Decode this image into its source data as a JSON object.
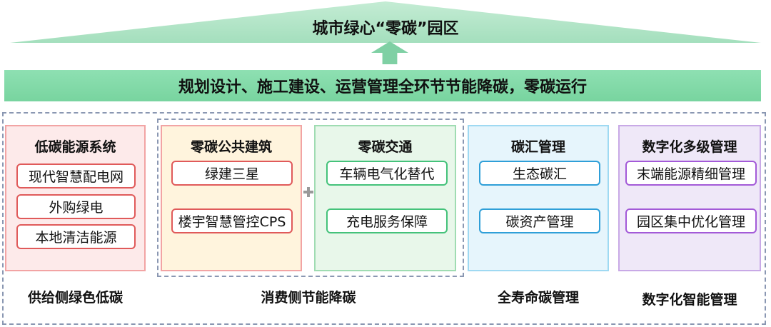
{
  "roof_title": "城市绿心“零碳”园区",
  "banner": "规划设计、施工建设、运营管理全环节节能降碳，零碳运行",
  "columns": [
    {
      "title": "低碳能源系统",
      "items": [
        "现代智慧配电网",
        "外购绿电",
        "本地清洁能源"
      ]
    },
    {
      "title": "零碳公共建筑",
      "items": [
        "绿建三星",
        "楼宇智慧管控CPS"
      ]
    },
    {
      "title": "零碳交通",
      "items": [
        "车辆电气化替代",
        "充电服务保障"
      ]
    },
    {
      "title": "碳汇管理",
      "items": [
        "生态碳汇",
        "碳资产管理"
      ]
    },
    {
      "title": "数字化多级管理",
      "items": [
        "末端能源精细管理",
        "园区集中优化管理"
      ]
    }
  ],
  "captions": [
    "供给侧绿色低碳",
    "消费侧节能降碳",
    "全寿命碳管理",
    "数字化智能管理"
  ],
  "colors": {
    "roof": "#a4dfbd",
    "banner": "#7fd7a6",
    "red": "#e05a5a",
    "green": "#44c27a",
    "blue": "#2f9fd8",
    "purple": "#a35ad8",
    "dash": "#8a97b2"
  }
}
